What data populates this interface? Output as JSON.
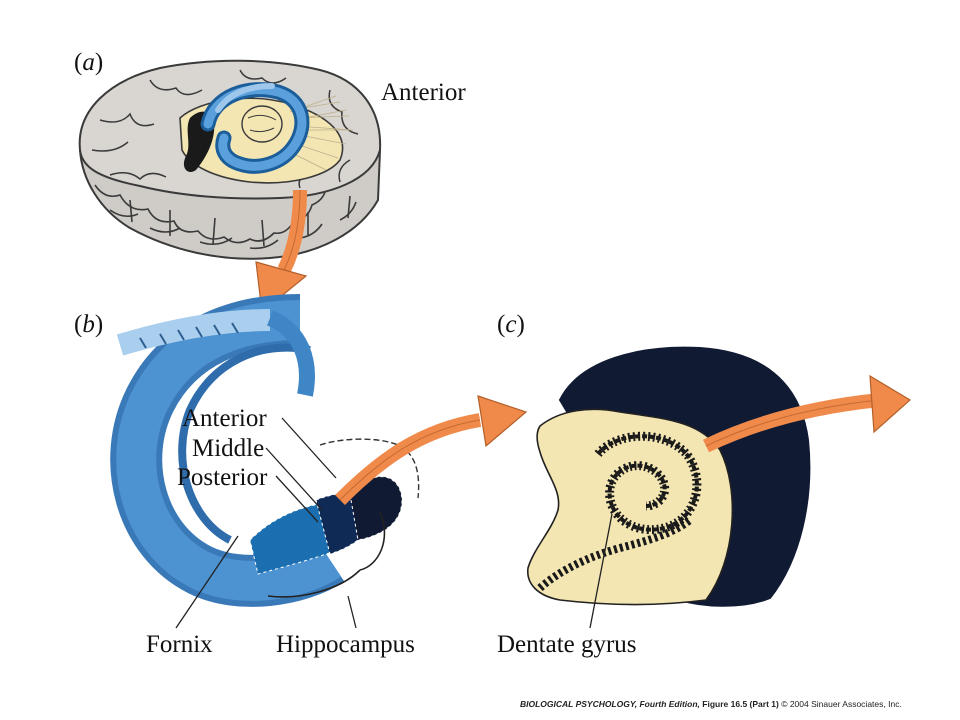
{
  "panels": {
    "a": {
      "open": "(",
      "letter": "a",
      "close": ")"
    },
    "b": {
      "open": "(",
      "letter": "b",
      "close": ")"
    },
    "c": {
      "open": "(",
      "letter": "c",
      "close": ")"
    }
  },
  "labels": {
    "anterior_a": "Anterior",
    "anterior_b": "Anterior",
    "middle": "Middle",
    "posterior": "Posterior",
    "fornix": "Fornix",
    "hippocampus": "Hippocampus",
    "dentate_gyrus": "Dentate gyrus"
  },
  "caption": {
    "book": "BIOLOGICAL PSYCHOLOGY, Fourth Edition,",
    "figure": "Figure 16.5 (Part 1)",
    "copyright": "© 2004 Sinauer Associates, Inc."
  },
  "colors": {
    "brain_gray": "#d9d6d2",
    "brain_outline": "#3a3a3a",
    "hippocampus_blue": "#3f86c6",
    "dark_blue": "#1b5e9a",
    "navy": "#101a33",
    "cream": "#f3e6b3",
    "arrow_orange": "#f08a4b",
    "speckle": "#1a1a1a"
  }
}
